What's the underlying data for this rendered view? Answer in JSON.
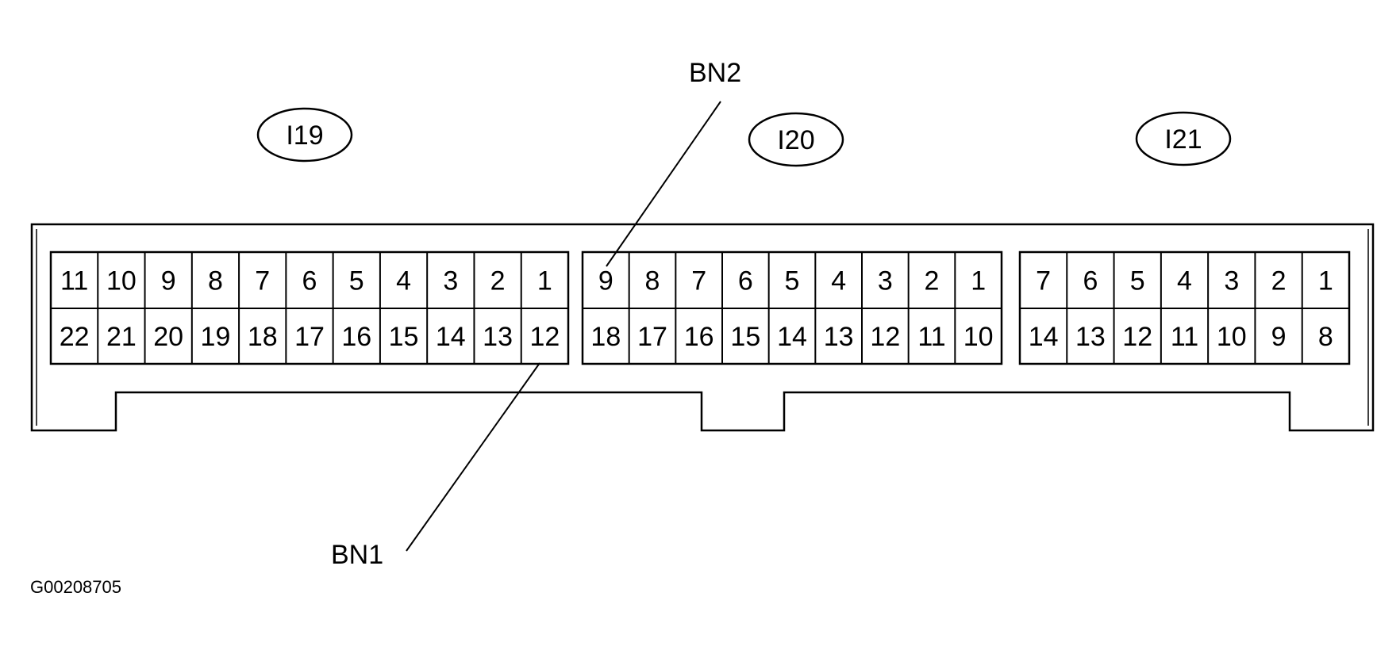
{
  "connectors": [
    {
      "id": "I19",
      "label": "I19",
      "top_row": [
        "11",
        "10",
        "9",
        "8",
        "7",
        "6",
        "5",
        "4",
        "3",
        "2",
        "1"
      ],
      "bottom_row": [
        "22",
        "21",
        "20",
        "19",
        "18",
        "17",
        "16",
        "15",
        "14",
        "13",
        "12"
      ]
    },
    {
      "id": "I20",
      "label": "I20",
      "top_row": [
        "9",
        "8",
        "7",
        "6",
        "5",
        "4",
        "3",
        "2",
        "1"
      ],
      "bottom_row": [
        "18",
        "17",
        "16",
        "15",
        "14",
        "13",
        "12",
        "11",
        "10"
      ]
    },
    {
      "id": "I21",
      "label": "I21",
      "top_row": [
        "7",
        "6",
        "5",
        "4",
        "3",
        "2",
        "1"
      ],
      "bottom_row": [
        "14",
        "13",
        "12",
        "11",
        "10",
        "9",
        "8"
      ]
    }
  ],
  "callouts": {
    "bn2": "BN2",
    "bn1": "BN1"
  },
  "figure_code": "G00208705",
  "colors": {
    "line": "#000000",
    "background": "#ffffff"
  }
}
